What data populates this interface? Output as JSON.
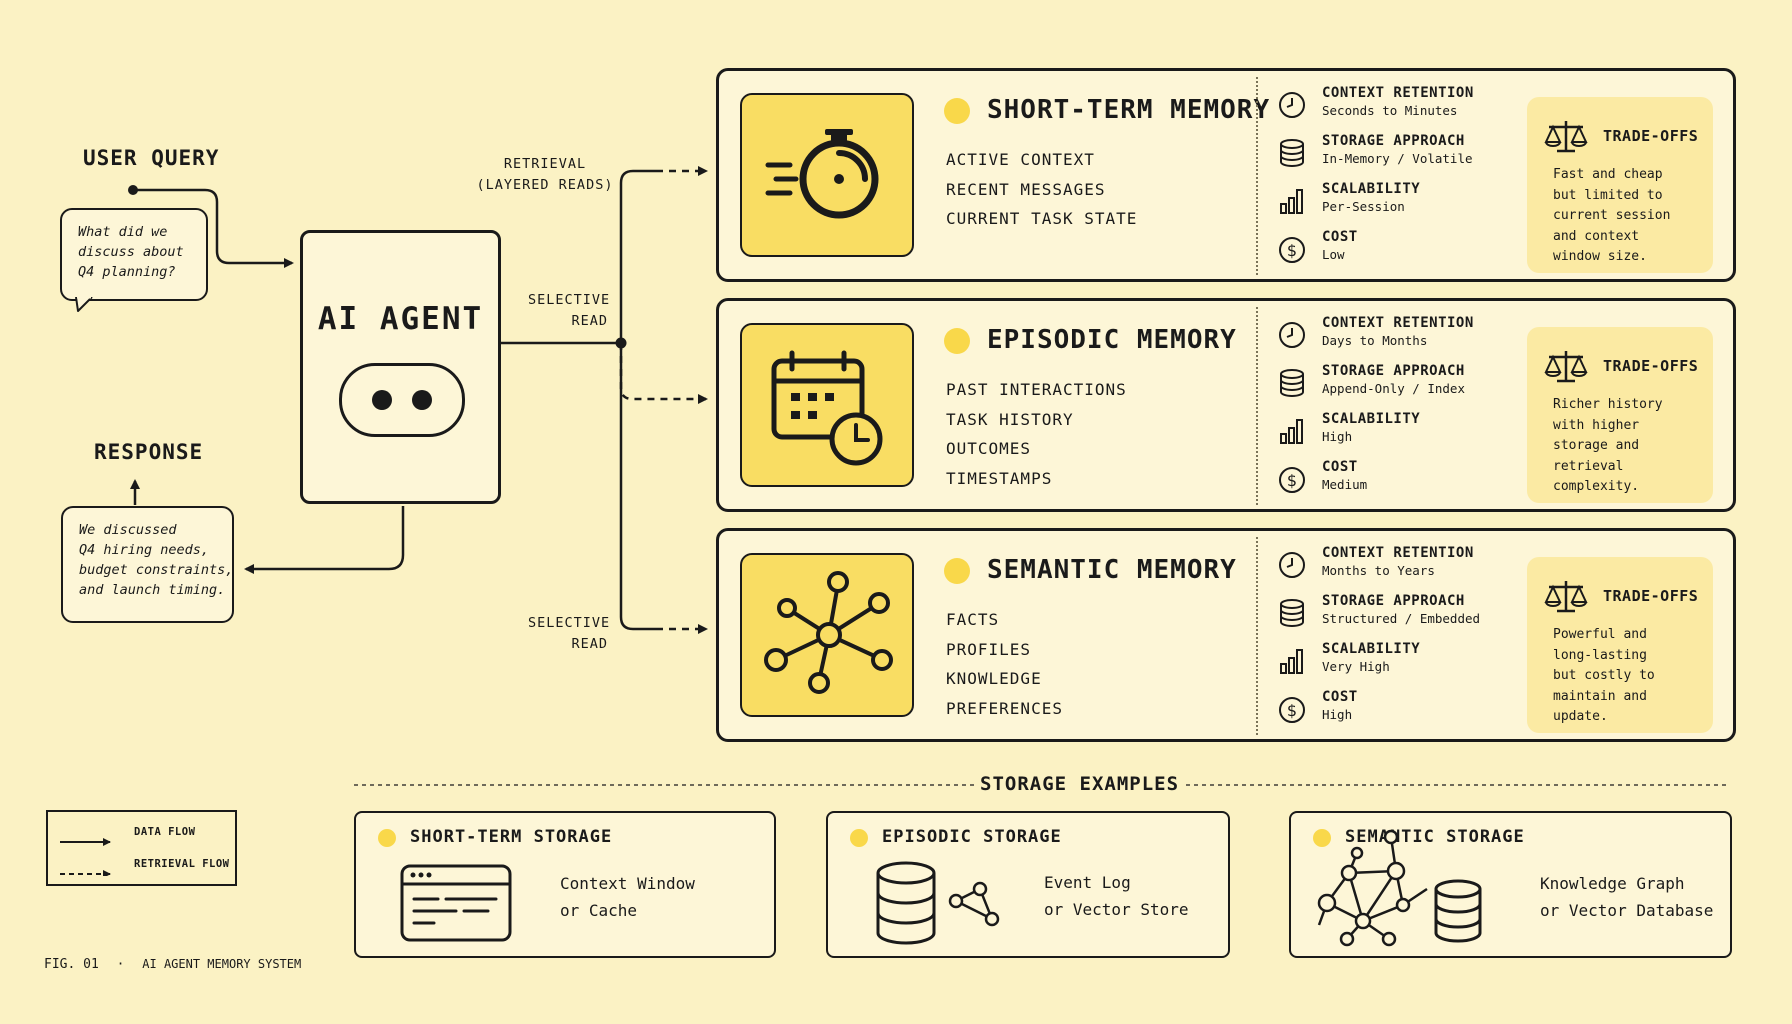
{
  "user_query": {
    "title": "USER QUERY",
    "message_lines": [
      "What did we",
      "discuss about",
      "Q4 planning?"
    ]
  },
  "response": {
    "title": "RESPONSE",
    "message_lines": [
      "We discussed",
      "Q4 hiring needs,",
      "budget constraints,",
      "and launch timing."
    ]
  },
  "agent": {
    "title": "AI AGENT"
  },
  "flow_labels": {
    "retrieval": [
      "RETRIEVAL",
      "(LAYERED READS)"
    ],
    "selective_read_top": [
      "SELECTIVE",
      "READ"
    ],
    "selective_read_bottom": [
      "SELECTIVE",
      "READ"
    ]
  },
  "memories": [
    {
      "title": "SHORT-TERM MEMORY",
      "icon": "stopwatch-icon",
      "items": [
        "ACTIVE CONTEXT",
        "RECENT MESSAGES",
        "CURRENT TASK STATE"
      ],
      "attributes": [
        {
          "name": "CONTEXT RETENTION",
          "value": "Seconds to Minutes",
          "icon": "clock-icon"
        },
        {
          "name": "STORAGE APPROACH",
          "value": "In-Memory / Volatile",
          "icon": "database-icon"
        },
        {
          "name": "SCALABILITY",
          "value": "Per-Session",
          "icon": "bar-chart-icon"
        },
        {
          "name": "COST",
          "value": "Low",
          "icon": "dollar-icon"
        }
      ],
      "tradeoffs": {
        "title": "TRADE-OFFS",
        "lines": [
          "Fast and cheap",
          "but limited to",
          "current session",
          "and context",
          "window size."
        ]
      }
    },
    {
      "title": "EPISODIC MEMORY",
      "icon": "calendar-clock-icon",
      "items": [
        "PAST INTERACTIONS",
        "TASK HISTORY",
        "OUTCOMES",
        "TIMESTAMPS"
      ],
      "attributes": [
        {
          "name": "CONTEXT RETENTION",
          "value": "Days to Months",
          "icon": "clock-icon"
        },
        {
          "name": "STORAGE APPROACH",
          "value": "Append-Only / Index",
          "icon": "database-icon"
        },
        {
          "name": "SCALABILITY",
          "value": "High",
          "icon": "bar-chart-icon"
        },
        {
          "name": "COST",
          "value": "Medium",
          "icon": "dollar-icon"
        }
      ],
      "tradeoffs": {
        "title": "TRADE-OFFS",
        "lines": [
          "Richer history",
          "with higher",
          "storage and",
          "retrieval",
          "complexity."
        ]
      }
    },
    {
      "title": "SEMANTIC MEMORY",
      "icon": "network-graph-icon",
      "items": [
        "FACTS",
        "PROFILES",
        "KNOWLEDGE",
        "PREFERENCES"
      ],
      "attributes": [
        {
          "name": "CONTEXT RETENTION",
          "value": "Months to Years",
          "icon": "clock-icon"
        },
        {
          "name": "STORAGE APPROACH",
          "value": "Structured / Embedded",
          "icon": "database-icon"
        },
        {
          "name": "SCALABILITY",
          "value": "Very High",
          "icon": "bar-chart-icon"
        },
        {
          "name": "COST",
          "value": "High",
          "icon": "dollar-icon"
        }
      ],
      "tradeoffs": {
        "title": "TRADE-OFFS",
        "lines": [
          "Powerful and",
          "long-lasting",
          "but costly to",
          "maintain and",
          "update."
        ]
      }
    }
  ],
  "storage_examples": {
    "title": "STORAGE EXAMPLES",
    "items": [
      {
        "title": "SHORT-TERM STORAGE",
        "lines": [
          "Context Window",
          "or Cache"
        ],
        "icon": "browser-window-icon"
      },
      {
        "title": "EPISODIC STORAGE",
        "lines": [
          "Event Log",
          "or Vector Store"
        ],
        "icon": "database-graph-icon"
      },
      {
        "title": "SEMANTIC STORAGE",
        "lines": [
          "Knowledge Graph",
          "or Vector Database"
        ],
        "icon": "knowledge-graph-icon"
      }
    ]
  },
  "legend": {
    "data_flow": "DATA FLOW",
    "retrieval_flow": "RETRIEVAL FLOW"
  },
  "figure_caption": {
    "number": "FIG. 01",
    "separator": "·",
    "title": "AI AGENT MEMORY SYSTEM"
  },
  "colors": {
    "background": "#fbf2c4",
    "accent": "#f9dd63",
    "ink": "#1a1a1a",
    "panel": "#fdf6d7"
  }
}
